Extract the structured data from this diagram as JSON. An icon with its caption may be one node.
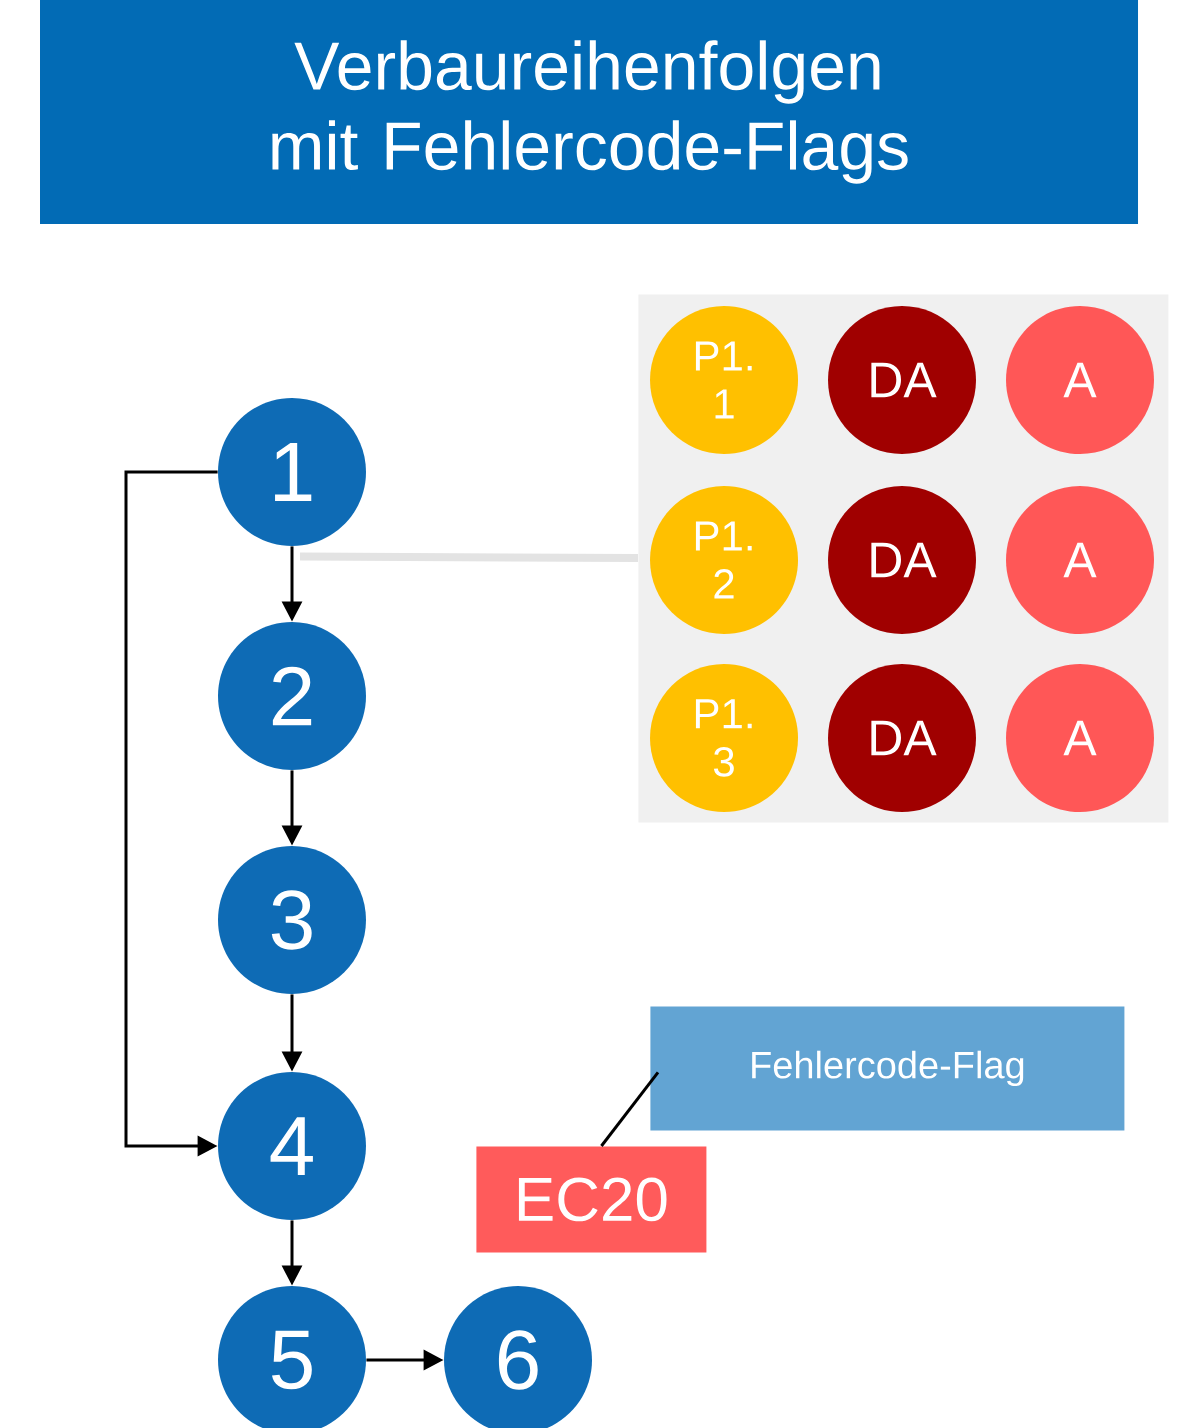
{
  "diagram": {
    "title": "Verbaureihenfolgen mit Fehlercode-Flags",
    "nodes": [
      {
        "text": [
          "1"
        ]
      },
      {
        "text": [
          "2"
        ]
      },
      {
        "text": [
          "3"
        ]
      },
      {
        "text": [
          "4"
        ]
      },
      {
        "text": [
          "5"
        ]
      },
      {
        "text": [
          "6"
        ]
      },
      {
        "text": [],
        "shape": "box"
      },
      {
        "text": [
          "P1. 1"
        ],
        "in": 6
      },
      {
        "text": [
          "DA"
        ],
        "in": 6
      },
      {
        "text": [
          "A"
        ],
        "in": 6
      },
      {
        "text": [
          "P1. 2"
        ],
        "in": 6
      },
      {
        "text": [
          "DA"
        ],
        "in": 6
      },
      {
        "text": [
          "A"
        ],
        "in": 6
      },
      {
        "text": [
          "P1. 3"
        ],
        "in": 6
      },
      {
        "text": [
          "DA"
        ],
        "in": 6
      },
      {
        "text": [
          "A"
        ],
        "in": 6
      },
      {
        "text": [
          "Fehlercode-Flag"
        ]
      },
      {
        "text": [
          "EC20"
        ]
      }
    ],
    "edges": [
      {
        "from": 0,
        "to": 1,
        "arrow": "to"
      },
      {
        "from": 1,
        "to": 2,
        "arrow": "to"
      },
      {
        "from": 2,
        "to": 3,
        "arrow": "to"
      },
      {
        "from": 3,
        "to": 4,
        "arrow": "to"
      },
      {
        "from": 4,
        "to": 5,
        "arrow": "to"
      },
      {
        "from": 0,
        "to": 3,
        "arrow": "to"
      },
      {
        "from": 6,
        "to": 0,
        "arrow": "none",
        "style": "thick",
        "color": "#e3e3e3"
      },
      {
        "from": 16,
        "to": 17,
        "arrow": "none"
      }
    ]
  }
}
